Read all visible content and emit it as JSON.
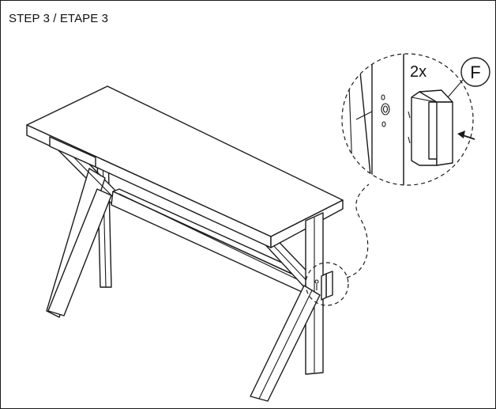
{
  "step": {
    "title": "STEP 3 / ETAPE 3"
  },
  "callout": {
    "quantity": "2x",
    "part_letter": "F"
  },
  "colors": {
    "line": "#1a1a1a",
    "background": "#ffffff"
  },
  "icons": {
    "insert_arrow": "arrow-icon",
    "part_marker": "circle-letter-icon"
  }
}
